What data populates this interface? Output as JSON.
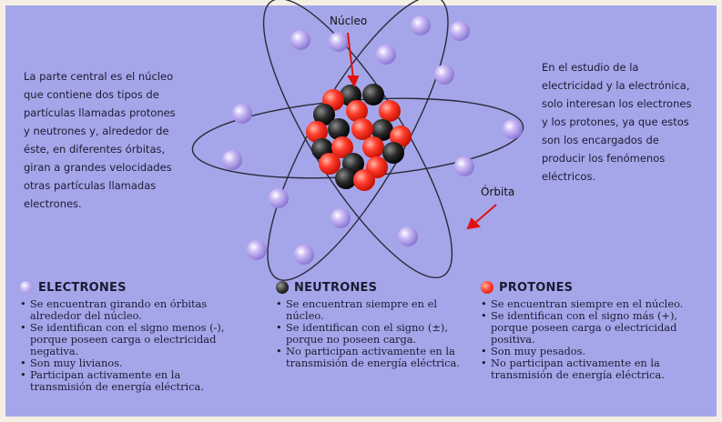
{
  "diagram": {
    "nucleus_label": "Núcleo",
    "orbit_label": "Órbita",
    "left_text": "La parte central es el núcleo\nque contiene dos tipos de\npartículas llamadas protones\ny neutrones y, alrededor de\néste, en diferentes órbitas,\ngiran a grandes velocidades\notras partículas llamadas\nelectrones.",
    "right_text": "En el estudio de la\nelectricidad y la electrónica,\nsolo interesan los electrones\ny los protones, ya que estos\nson los encargados de\nproducir los fenómenos\neléctricos."
  },
  "legend": {
    "electrones": {
      "title": "ELECTRONES",
      "items": [
        "Se encuentran girando en órbitas alrededor del núcleo.",
        "Se identifican con el signo menos (-), porque poseen carga o electricidad negativa.",
        "Son muy livianos.",
        "Participan activamente en la transmisión de energía eléctrica."
      ]
    },
    "neutrones": {
      "title": "NEUTRONES",
      "items": [
        "Se encuentran siempre en el núcleo.",
        "Se identifican con el signo (±), porque no poseen carga.",
        "No participan activamente en la transmisión de energía eléctrica."
      ]
    },
    "protones": {
      "title": "PROTONES",
      "items": [
        "Se encuentran siempre en el núcleo.",
        "Se identifican con el signo más (+), porque poseen carga o electricidad positiva.",
        "Son muy pesados.",
        "No participan activamente en la transmisión de energía eléctrica."
      ]
    }
  },
  "colors": {
    "background": "#a5a6e9",
    "electron": "#b6a6ef",
    "neutron": "#2b2b2b",
    "proton": "#ff3b2b",
    "arrow": "#e01010",
    "orbit": "#333"
  }
}
